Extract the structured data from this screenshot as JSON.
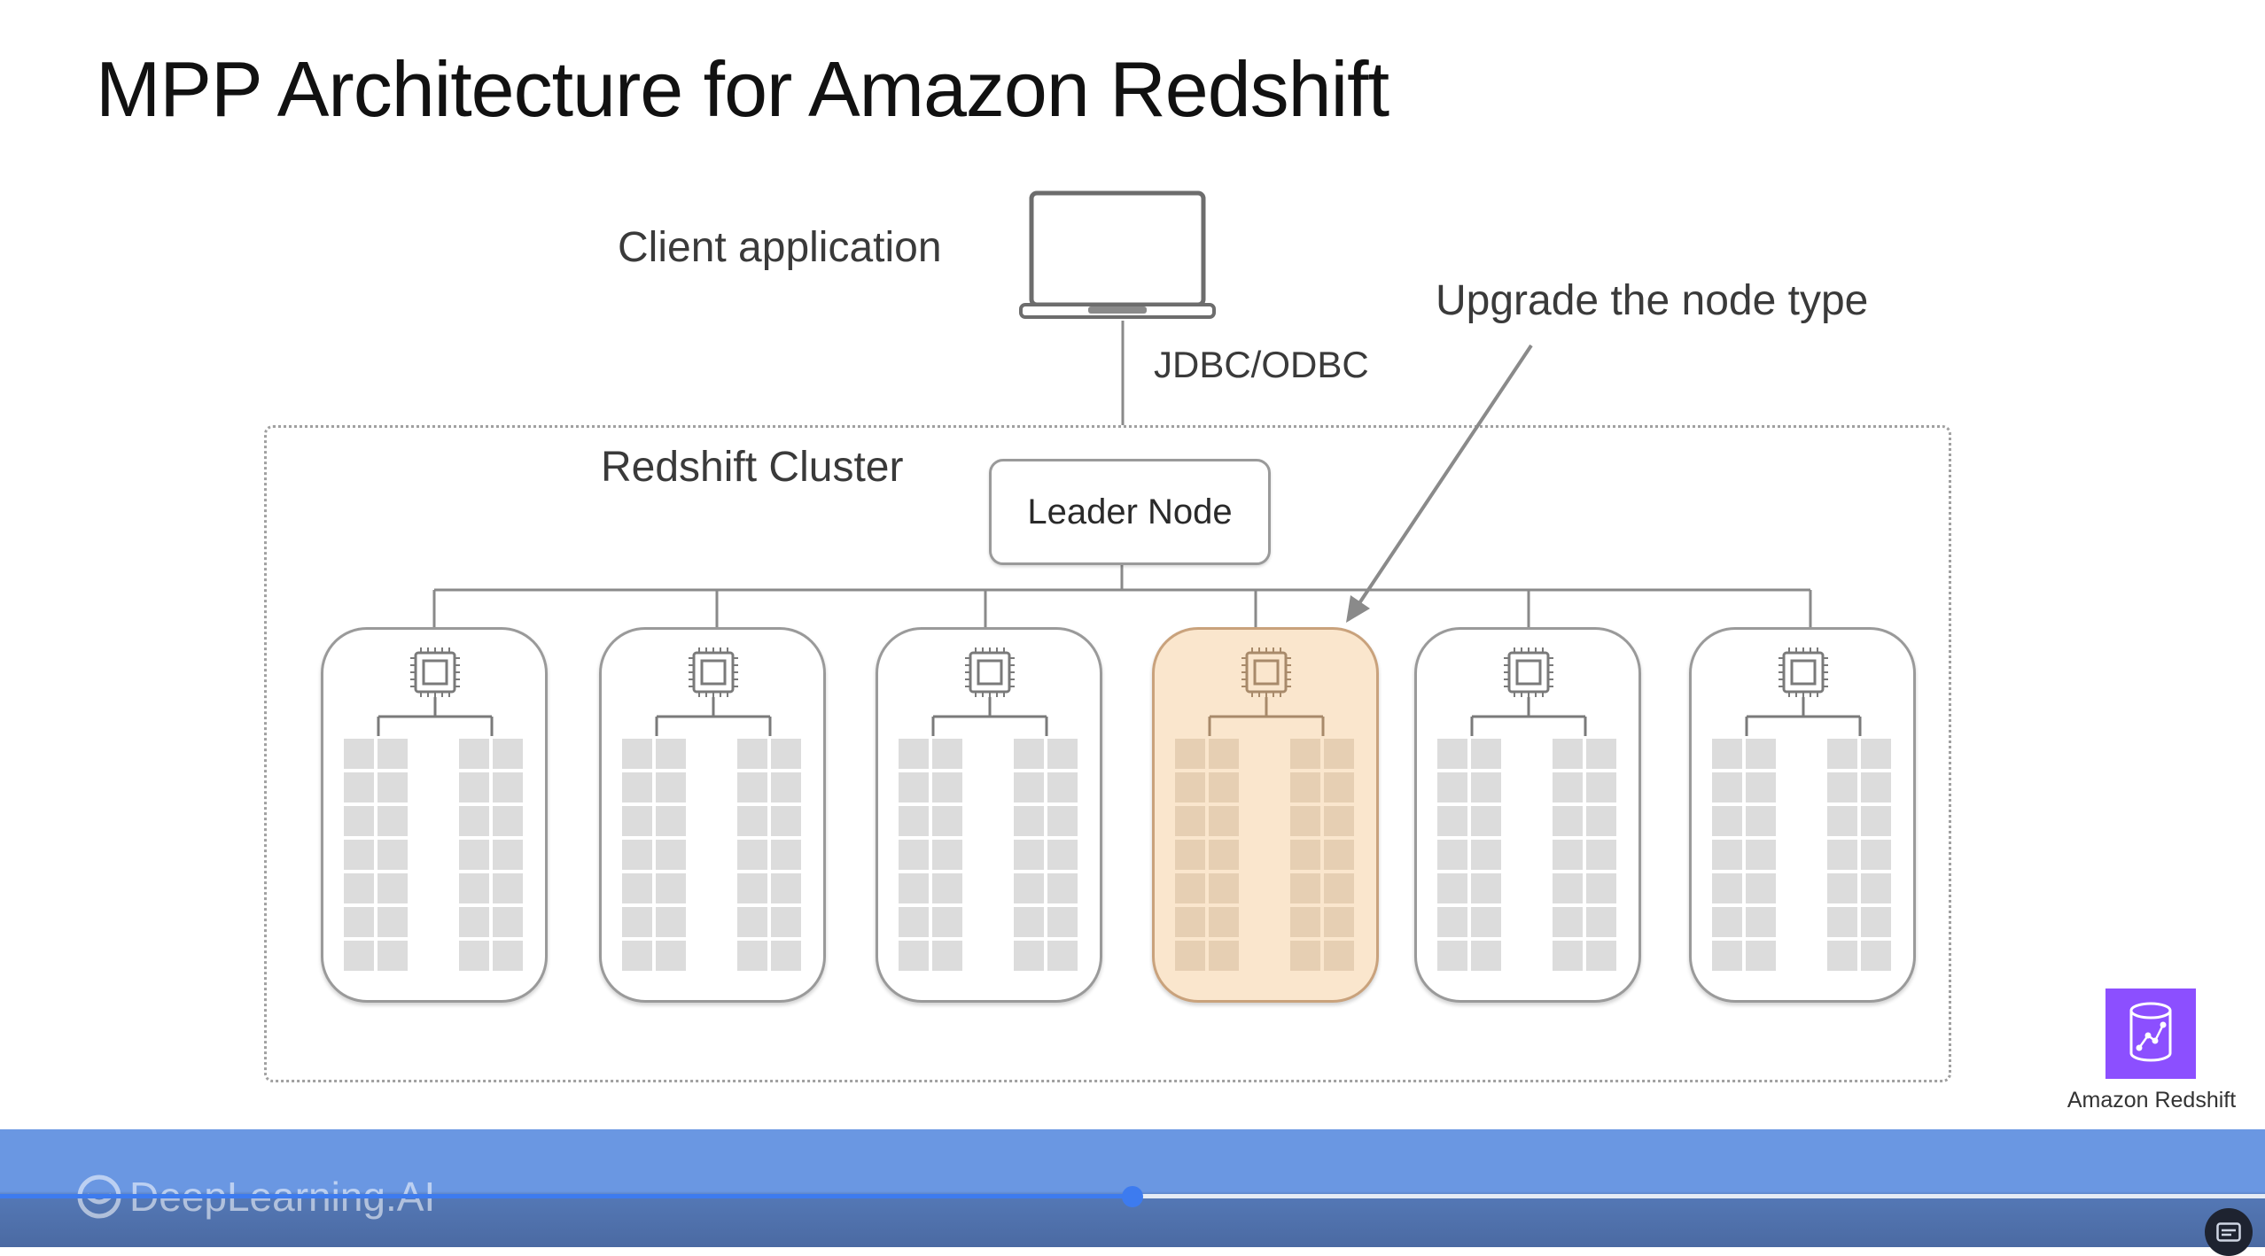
{
  "slide": {
    "title": "MPP Architecture for Amazon Redshift",
    "client_label": "Client application",
    "protocol_label": "JDBC/ODBC",
    "annotation": "Upgrade the node type",
    "cluster_label": "Redshift Cluster",
    "leader_node_label": "Leader Node",
    "compute_nodes": [
      {
        "highlighted": false
      },
      {
        "highlighted": false
      },
      {
        "highlighted": false
      },
      {
        "highlighted": true
      },
      {
        "highlighted": false
      },
      {
        "highlighted": false
      }
    ],
    "service_badge": {
      "label": "Amazon Redshift",
      "icon": "amazon-redshift-icon",
      "color": "#8C4FFF"
    },
    "highlight_color": "#FAE6CD"
  },
  "player": {
    "brand": "DeepLearning.AI",
    "progress_fraction": 0.5,
    "accent_color": "#3D7BEF"
  }
}
